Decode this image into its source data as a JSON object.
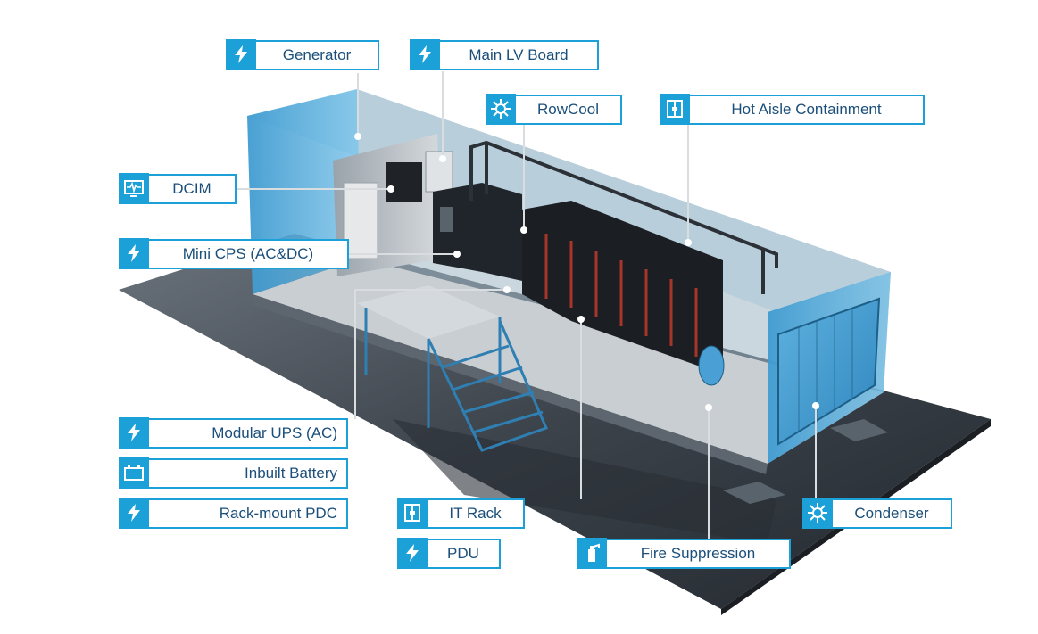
{
  "labels": {
    "generator": {
      "text": "Generator",
      "icon": "lightning-icon"
    },
    "main_lv_board": {
      "text": "Main LV Board",
      "icon": "lightning-icon"
    },
    "rowcool": {
      "text": "RowCool",
      "icon": "snowflake-gear-icon"
    },
    "hot_aisle_containment": {
      "text": "Hot Aisle Containment",
      "icon": "rack-door-icon"
    },
    "dcim": {
      "text": "DCIM",
      "icon": "monitor-waveform-icon"
    },
    "mini_cps": {
      "text": "Mini CPS (AC&DC)",
      "icon": "lightning-icon"
    },
    "modular_ups": {
      "text": "Modular UPS (AC)",
      "icon": "lightning-icon"
    },
    "inbuilt_battery": {
      "text": "Inbuilt Battery",
      "icon": "battery-icon"
    },
    "rack_mount_pdc": {
      "text": "Rack-mount PDC",
      "icon": "lightning-icon"
    },
    "it_rack": {
      "text": "IT Rack",
      "icon": "rack-door-icon"
    },
    "pdu": {
      "text": "PDU",
      "icon": "lightning-icon"
    },
    "fire_suppression": {
      "text": "Fire Suppression",
      "icon": "fire-extinguisher-icon"
    },
    "condenser": {
      "text": "Condenser",
      "icon": "snowflake-gear-icon"
    }
  },
  "colors": {
    "accent": "#1ba1d8",
    "label_text": "#1b4f7a",
    "container_glass": "#4aa8d8",
    "floor": "#3a4048",
    "racks": "#1e2228",
    "rack_leds": "#c0392b"
  }
}
